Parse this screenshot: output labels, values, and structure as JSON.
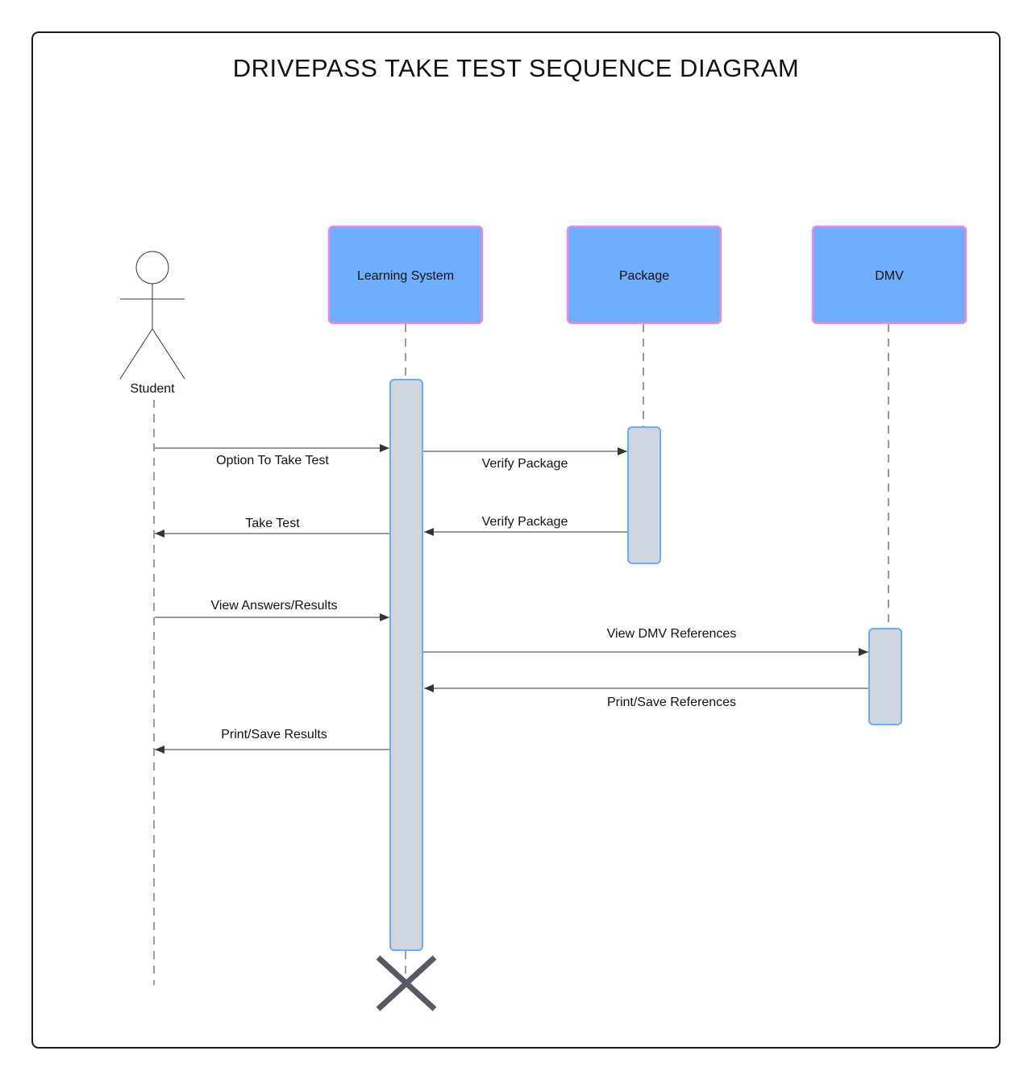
{
  "title": "DRIVEPASS TAKE TEST SEQUENCE DIAGRAM",
  "actor": {
    "label": "Student"
  },
  "participants": [
    {
      "id": "learning",
      "label": "Learning System"
    },
    {
      "id": "package",
      "label": "Package"
    },
    {
      "id": "dmv",
      "label": "DMV"
    }
  ],
  "messages": [
    {
      "label": "Option To Take Test",
      "from": "Student",
      "to": "Learning System"
    },
    {
      "label": "Verify Package",
      "from": "Learning System",
      "to": "Package"
    },
    {
      "label": "Verify Package",
      "from": "Package",
      "to": "Learning System"
    },
    {
      "label": "Take Test",
      "from": "Learning System",
      "to": "Student"
    },
    {
      "label": "View Answers/Results",
      "from": "Student",
      "to": "Learning System"
    },
    {
      "label": "View DMV References",
      "from": "Learning System",
      "to": "DMV"
    },
    {
      "label": "Print/Save References",
      "from": "DMV",
      "to": "Learning System"
    },
    {
      "label": "Print/Save Results",
      "from": "Learning System",
      "to": "Student"
    }
  ],
  "colors": {
    "participant_fill": "#6eaefc",
    "participant_border": "#f08ad4",
    "activation_fill": "#cfd6df",
    "activation_border": "#6aaef0",
    "destroy_mark": "#555a66"
  }
}
